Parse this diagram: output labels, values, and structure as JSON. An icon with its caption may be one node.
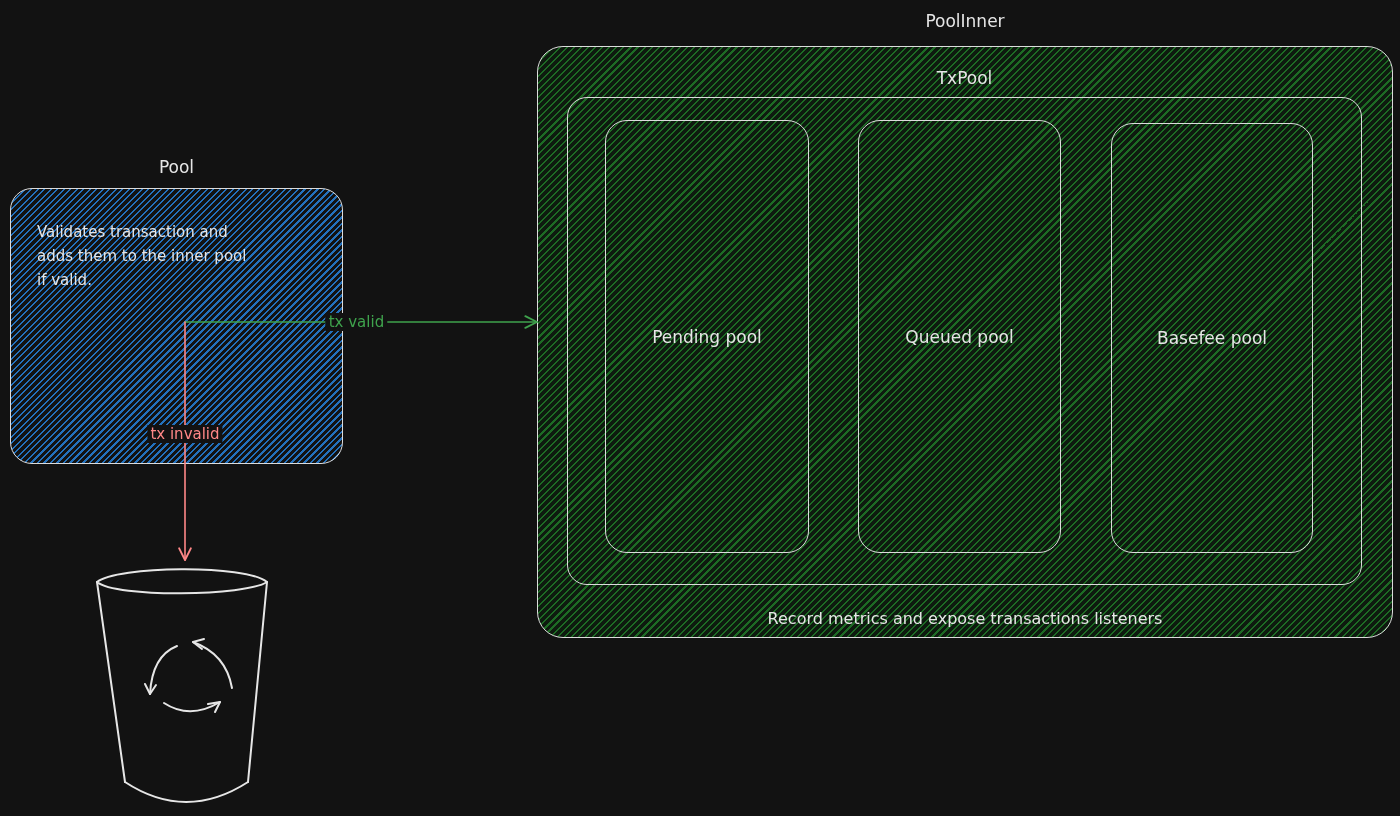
{
  "diagram": {
    "nodes": [
      {
        "text": [
          "Pool",
          "Validates transaction and adds them to the inner pool if valid."
        ]
      },
      {
        "text": [
          "PoolInner",
          "Record metrics and expose transactions listeners"
        ]
      },
      {
        "text": [
          "TxPool"
        ],
        "in": 1
      },
      {
        "text": [
          "Pending pool"
        ],
        "in": 2
      },
      {
        "text": [
          "Queued pool"
        ],
        "in": 2
      },
      {
        "text": [
          "Basefee pool"
        ],
        "in": 2
      },
      {
        "text": [],
        "shape": "picture"
      }
    ],
    "edges": [
      {
        "from": 0,
        "to": 1,
        "arrow": "to",
        "label": "tx valid",
        "color": "#3fa34d"
      },
      {
        "from": 0,
        "to": 6,
        "arrow": "to",
        "label": "tx invalid",
        "color": "#ff8787"
      }
    ]
  }
}
